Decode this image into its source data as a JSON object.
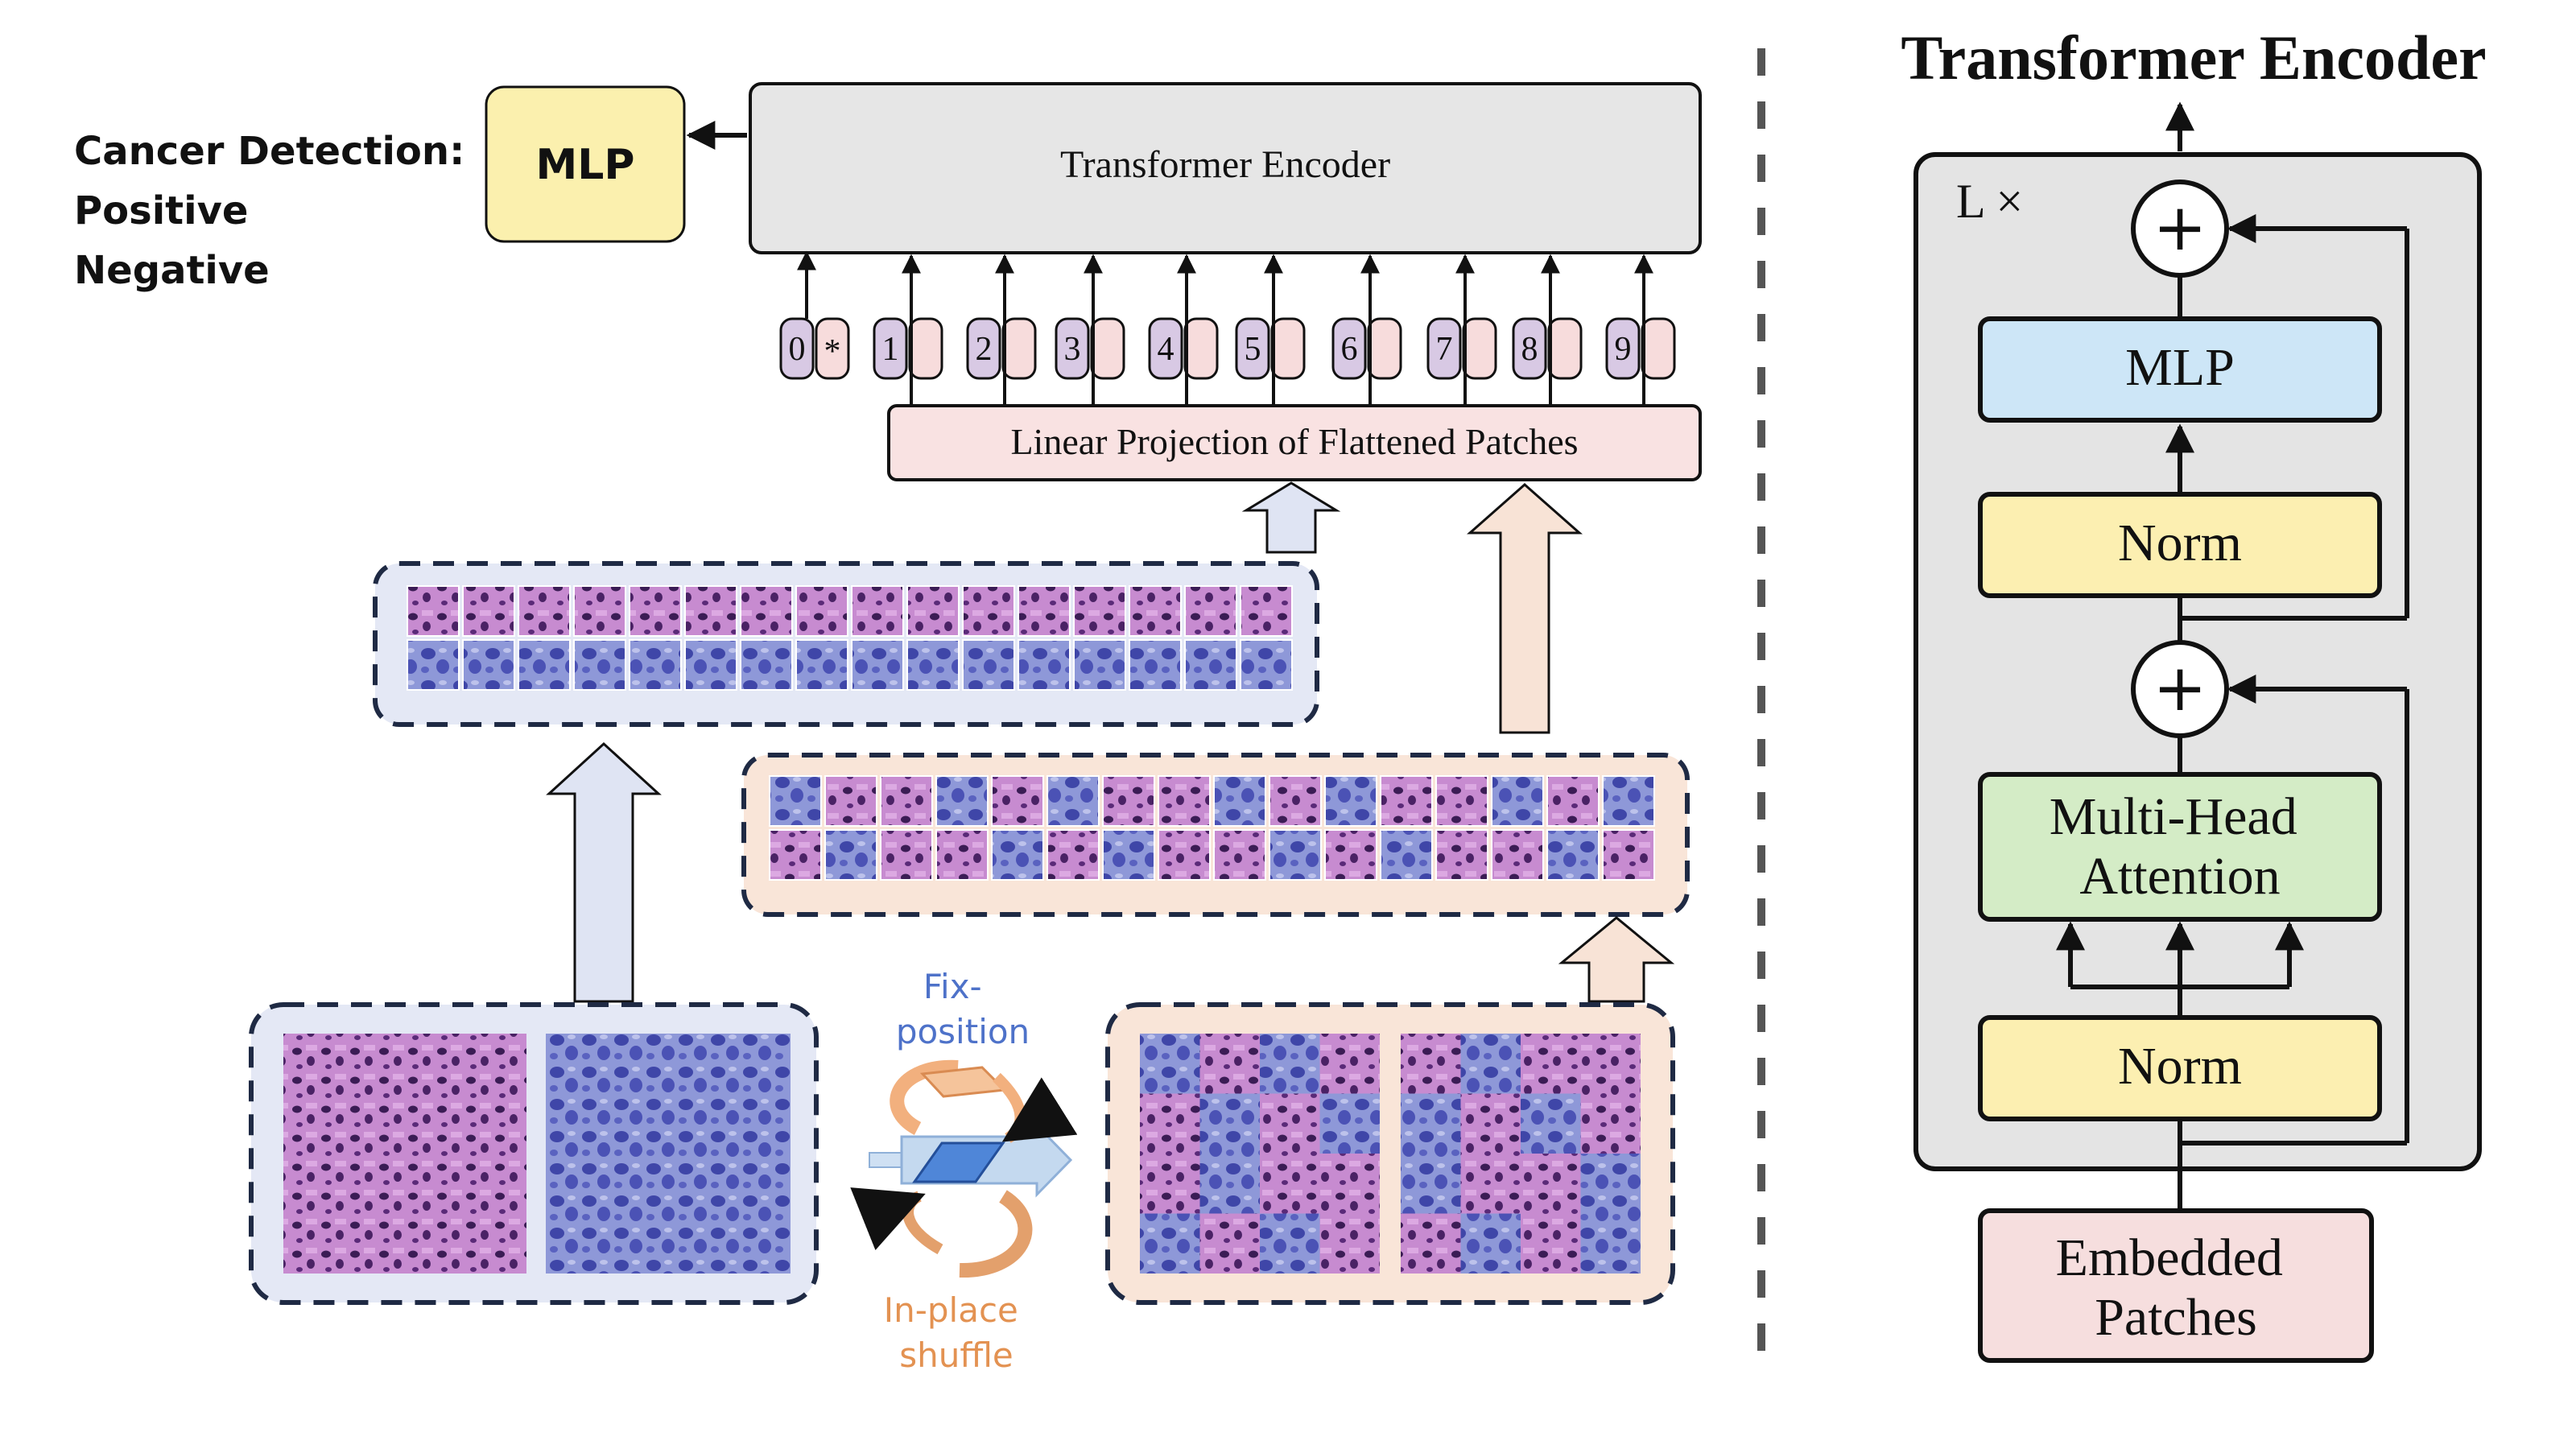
{
  "left": {
    "task_title": "Cancer Detection:",
    "task_classes": [
      "Positive",
      "Negative"
    ],
    "mlp_head_label": "MLP",
    "encoder_label": "Transformer Encoder",
    "projection_label": "Linear Projection of Flattened Patches",
    "tokens": [
      "0",
      "1",
      "2",
      "3",
      "4",
      "5",
      "6",
      "7",
      "8",
      "9"
    ],
    "cls_symbol": "*",
    "fix_position_label": "Fix-\nposition",
    "shuffle_label": "In-place\nshuffle"
  },
  "right": {
    "title": "Transformer Encoder",
    "repeat_label": "L ×",
    "plus_symbol": "+",
    "mlp_label": "MLP",
    "norm_label": "Norm",
    "attention_label": "Multi-Head\nAttention",
    "input_label": "Embedded\nPatches"
  },
  "colors": {
    "mlp_head_fill": "#fbf0ae",
    "encoder_fill": "#e6e6e6",
    "projection_fill": "#f9e2e2",
    "token_id_fill": "#d8c9e4",
    "token_emb_fill": "#f7dcdc",
    "blue_panel": "#e4e8f5",
    "peach_panel": "#f9e5d8",
    "block_mlp": "#cde6f7",
    "block_norm": "#fcefb1",
    "block_attention": "#d4ecc6",
    "block_input": "#f6dede",
    "label_blue": "#4e72c9",
    "label_orange": "#e39252",
    "cell_pink": "#b46fc2",
    "cell_blue": "#7985d0"
  }
}
